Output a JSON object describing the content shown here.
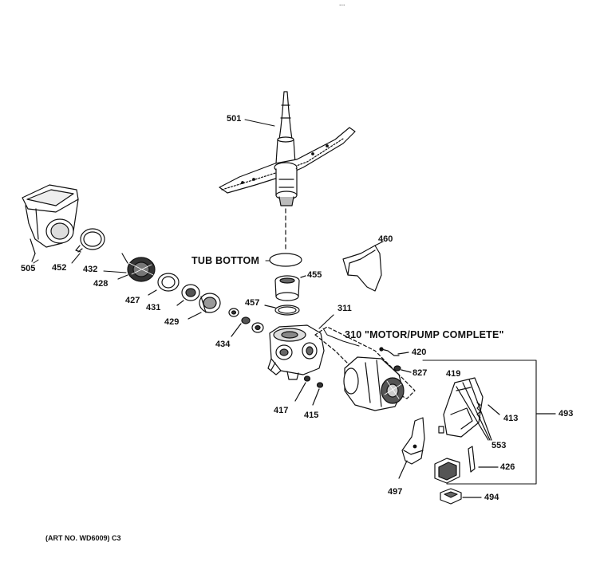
{
  "header_fragment": "...",
  "callouts": {
    "p501": "501",
    "p460": "460",
    "p505": "505",
    "p452": "452",
    "p432": "432",
    "p428": "428",
    "p427": "427",
    "p431": "431",
    "p429": "429",
    "p434": "434",
    "p455": "455",
    "p457": "457",
    "p311": "311",
    "p310": "310",
    "p420": "420",
    "p827": "827",
    "p419": "419",
    "p413": "413",
    "p493": "493",
    "p553": "553",
    "p426": "426",
    "p494": "494",
    "p497": "497",
    "p417": "417",
    "p415": "415"
  },
  "labels": {
    "tub_bottom": "TUB BOTTOM",
    "motor_pump": "\"MOTOR/PUMP COMPLETE\""
  },
  "footer": {
    "art_no": "(ART NO. WD6009) C3"
  }
}
